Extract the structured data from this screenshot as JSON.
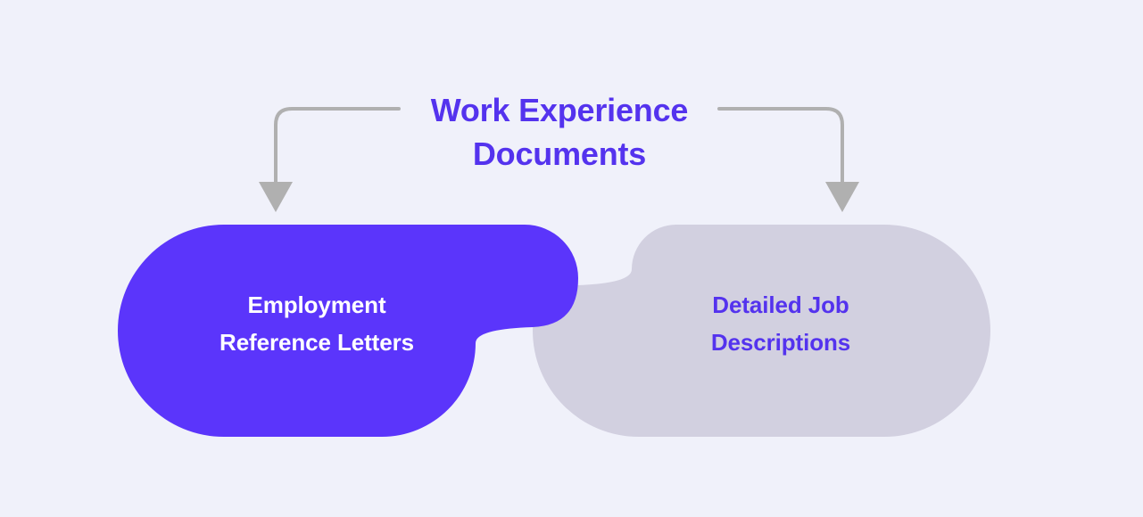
{
  "diagram": {
    "title": "Work Experience\nDocuments",
    "background_color": "#f0f1fa",
    "title_color": "#5433ee",
    "connector_color": "#b0b0b0",
    "nodes": [
      {
        "id": "employment-reference-letters",
        "label": "Employment\nReference Letters",
        "fill_color": "#5b35fb",
        "text_color": "#ffffff"
      },
      {
        "id": "detailed-job-descriptions",
        "label": "Detailed Job\nDescriptions",
        "fill_color": "#d2d0e0",
        "text_color": "#5433ee"
      }
    ],
    "connectors": [
      {
        "id": "connector-left",
        "from": "title",
        "to": "employment-reference-letters"
      },
      {
        "id": "connector-right",
        "from": "title",
        "to": "detailed-job-descriptions"
      }
    ]
  }
}
